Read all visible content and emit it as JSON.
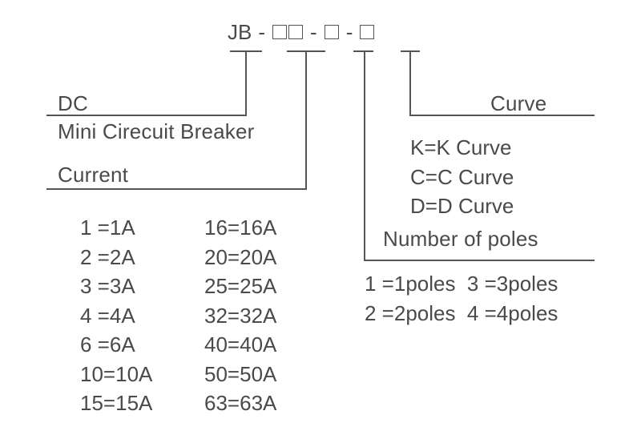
{
  "code": {
    "prefix": "JB",
    "sep1": "-",
    "sep2": "-",
    "sep3": "-"
  },
  "labels": {
    "dc": "DC",
    "mini": "Mini Cirecuit Breaker",
    "current": "Current",
    "curve": "Curve",
    "poles": "Number of poles"
  },
  "curve_options": [
    "K=K Curve",
    "C=C Curve",
    "D=D Curve"
  ],
  "current_col1": [
    "1 =1A",
    "2 =2A",
    "3 =3A",
    "4 =4A",
    "6 =6A",
    "10=10A",
    "15=15A"
  ],
  "current_col2": [
    "16=16A",
    "20=20A",
    "25=25A",
    "32=32A",
    "40=40A",
    "50=50A",
    "63=63A"
  ],
  "poles_rows": [
    "1 =1poles  3 =3poles",
    "2 =2poles  4 =4poles"
  ]
}
